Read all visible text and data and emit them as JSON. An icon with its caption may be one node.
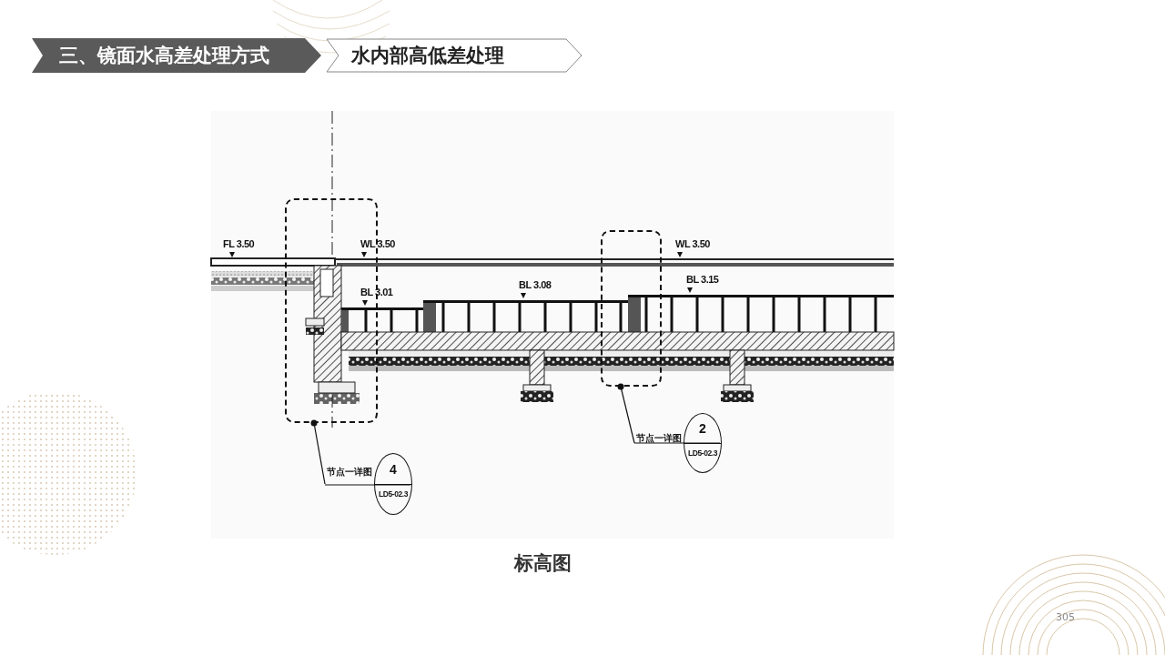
{
  "diagram": {
    "caption": "标高图",
    "nodes": [
      {
        "text": [
          "三、镜面水高差处理方式"
        ]
      },
      {
        "text": [
          "水内部高低差处理"
        ]
      },
      {
        "text": [],
        "shape": "box"
      },
      {
        "text": [
          "节点一详图",
          "4",
          "LD5-02.3"
        ]
      },
      {
        "text": [],
        "shape": "box"
      },
      {
        "text": [
          "节点一详图",
          "2",
          "LD5-02.3"
        ]
      }
    ],
    "edges": [
      {
        "from": 3,
        "to": 2,
        "arrow": "other"
      },
      {
        "from": 5,
        "to": 4,
        "arrow": "other"
      }
    ],
    "labels": [
      "FL 3.50",
      "WL 3.50",
      "BL 3.01",
      "BL 3.08",
      "WL 3.50",
      "BL 3.15",
      "305"
    ]
  }
}
